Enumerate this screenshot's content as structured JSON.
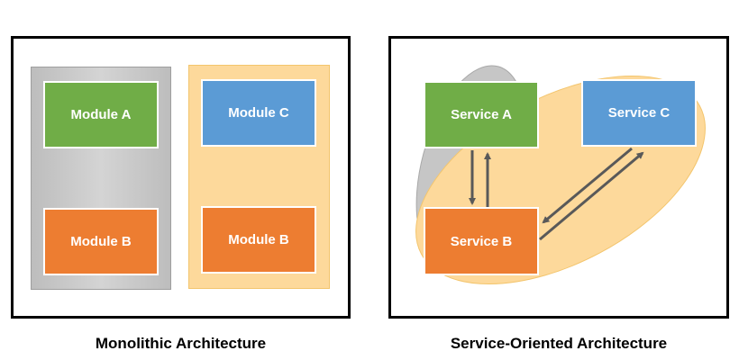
{
  "monolithic": {
    "caption": "Monolithic Architecture",
    "group_left": {
      "modules": [
        "Module A",
        "Module B"
      ]
    },
    "group_right": {
      "modules": [
        "Module C",
        "Module B"
      ]
    }
  },
  "service_oriented": {
    "caption": "Service-Oriented Architecture",
    "services": {
      "a": "Service A",
      "b": "Service B",
      "c": "Service C"
    }
  },
  "colors": {
    "green": "#70ad47",
    "orange": "#ed7d31",
    "blue": "#5b9bd5",
    "gray_group": "#c9c9c9",
    "yellow_group": "#fdd99b",
    "arrow": "#595959"
  }
}
